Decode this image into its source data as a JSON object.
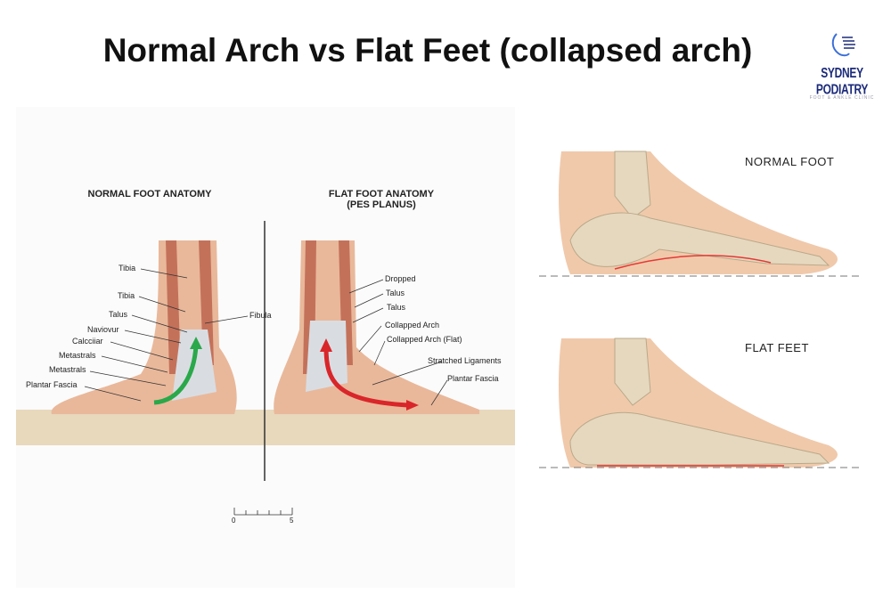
{
  "title": "Normal Arch vs Flat Feet (collapsed arch)",
  "logo": {
    "name": "SYDNEY PODIATRY",
    "subtitle": "FOOT & ANKLE CLINIC"
  },
  "left_panel": {
    "normal": {
      "heading": "NORMAL FOOT ANATOMY",
      "labels": [
        "Tibia",
        "Tibia",
        "Talus",
        "Naviovur",
        "Calcciiar",
        "Metastrals",
        "Metastrals",
        "Plantar Fascia",
        "Fibula"
      ],
      "arrow_color": "#2aa84a"
    },
    "flat": {
      "heading_line1": "FLAT FOOT ANATOMY",
      "heading_line2": "(PES PLANUS)",
      "labels": [
        "Dropped",
        "Talus",
        "Talus",
        "Collapped Arch",
        "Collapped Arch (Flat)",
        "Stratched Ligaments",
        "Plantar Fascia"
      ],
      "arrow_color": "#d9262a"
    },
    "scale": {
      "min": "0",
      "max": "5"
    }
  },
  "right_panel": {
    "normal_label": "NORMAL FOOT",
    "flat_label": "FLAT FEET",
    "arch_line_color": "#e53935"
  }
}
